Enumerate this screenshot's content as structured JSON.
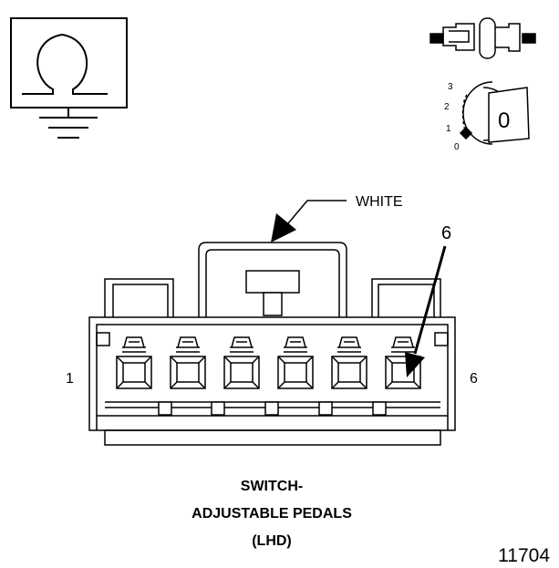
{
  "color_label": "WHITE",
  "cavity_callout": "6",
  "end_labels": {
    "left": "1",
    "right": "6"
  },
  "key_positions": [
    "3",
    "2",
    "1",
    "0"
  ],
  "key_symbol": "0",
  "caption": {
    "line1": "SWITCH-",
    "line2": "ADJUSTABLE PEDALS",
    "line3": "(LHD)"
  },
  "figure_number": "11704",
  "colors": {
    "ink": "#000000",
    "paper": "#ffffff"
  }
}
